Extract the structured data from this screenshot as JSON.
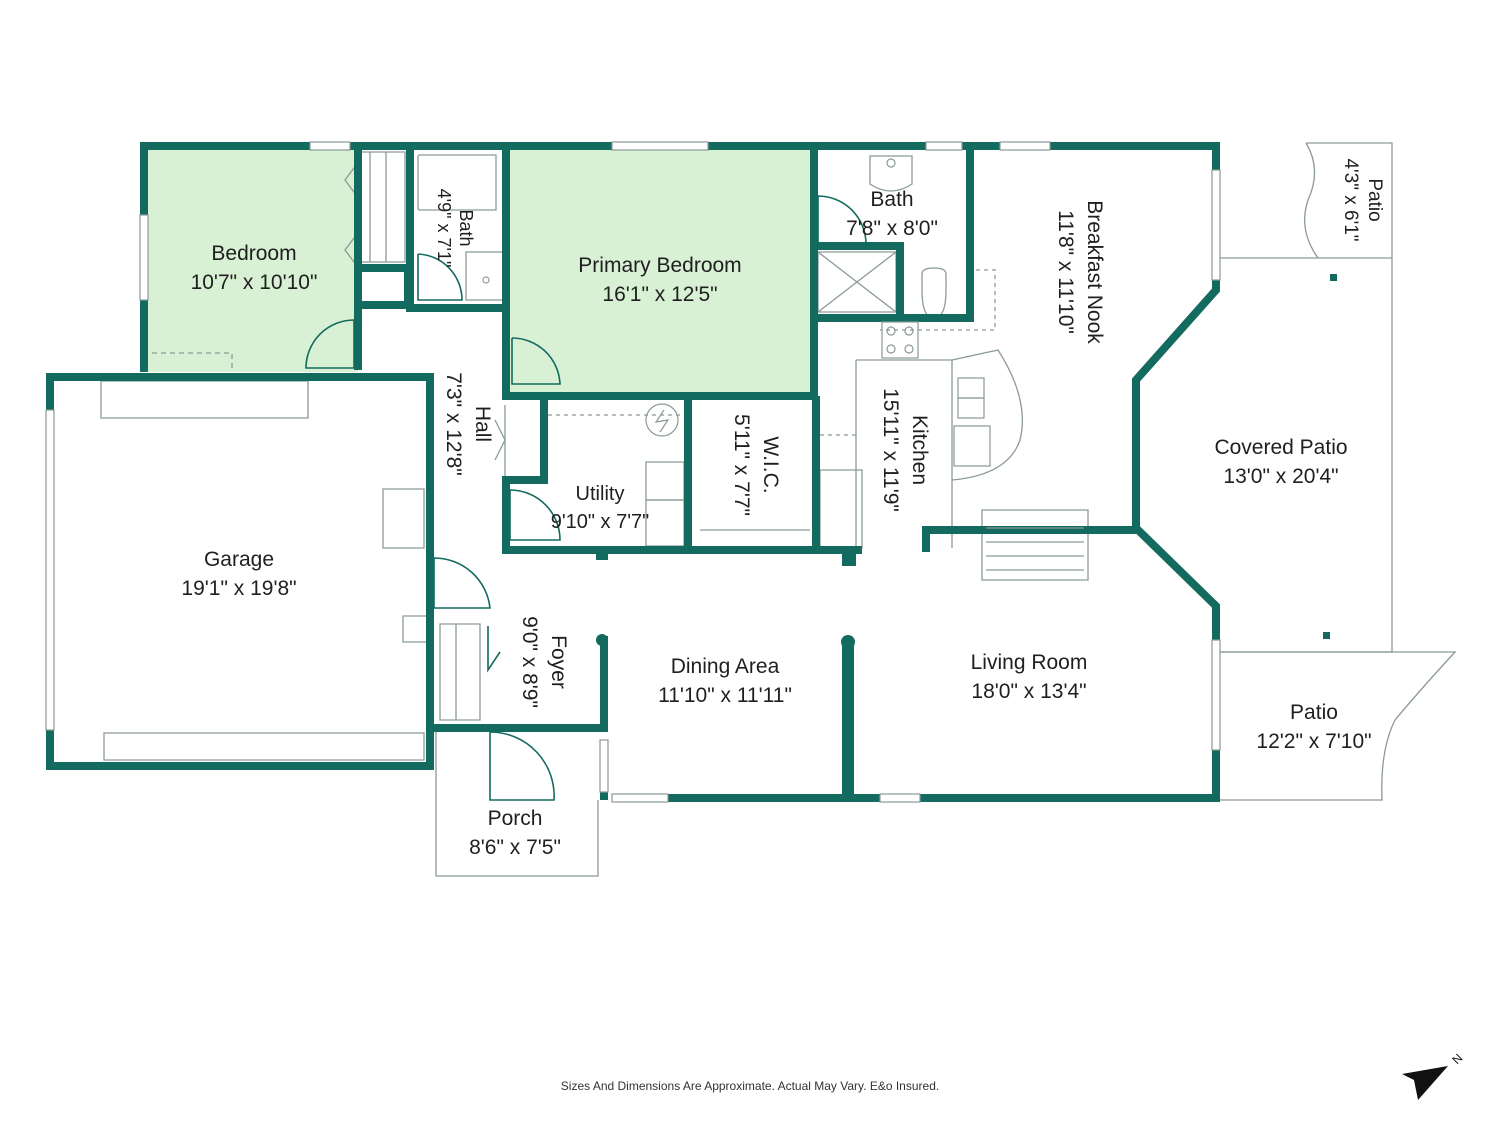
{
  "colors": {
    "wall": "#136b60",
    "bedroom_fill": "#d8f0d4",
    "line": "#8a9a98",
    "text": "#1f1f1f"
  },
  "rooms": {
    "bedroom": {
      "name": "Bedroom",
      "size": "10'7\" x 10'10\""
    },
    "bath_small": {
      "name": "Bath",
      "size": "4'9\" x 7'1\""
    },
    "primary_bedroom": {
      "name": "Primary Bedroom",
      "size": "16'1\" x 12'5\""
    },
    "bath": {
      "name": "Bath",
      "size": "7'8\" x 8'0\""
    },
    "breakfast_nook": {
      "name": "Breakfast Nook",
      "size": "11'8\" x 11'10\""
    },
    "patio_small": {
      "name": "Patio",
      "size": "4'3\" x 6'1\""
    },
    "hall": {
      "name": "Hall",
      "size": "7'3\" x 12'8\""
    },
    "utility": {
      "name": "Utility",
      "size": "9'10\" x 7'7\""
    },
    "wic": {
      "name": "W.I.C.",
      "size": "5'11\" x 7'7\""
    },
    "kitchen": {
      "name": "Kitchen",
      "size": "15'11\" x 11'9\""
    },
    "covered_patio": {
      "name": "Covered Patio",
      "size": "13'0\" x 20'4\""
    },
    "garage": {
      "name": "Garage",
      "size": "19'1\" x 19'8\""
    },
    "foyer": {
      "name": "Foyer",
      "size": "9'0\" x 8'9\""
    },
    "dining_area": {
      "name": "Dining Area",
      "size": "11'10\" x 11'11\""
    },
    "living_room": {
      "name": "Living Room",
      "size": "18'0\" x 13'4\""
    },
    "patio": {
      "name": "Patio",
      "size": "12'2\" x 7'10\""
    },
    "porch": {
      "name": "Porch",
      "size": "8'6\" x 7'5\""
    }
  },
  "disclaimer": "Sizes And Dimensions Are Approximate. Actual May Vary. E&o Insured.",
  "compass": {
    "label": "N",
    "icon": "north-arrow-icon"
  }
}
